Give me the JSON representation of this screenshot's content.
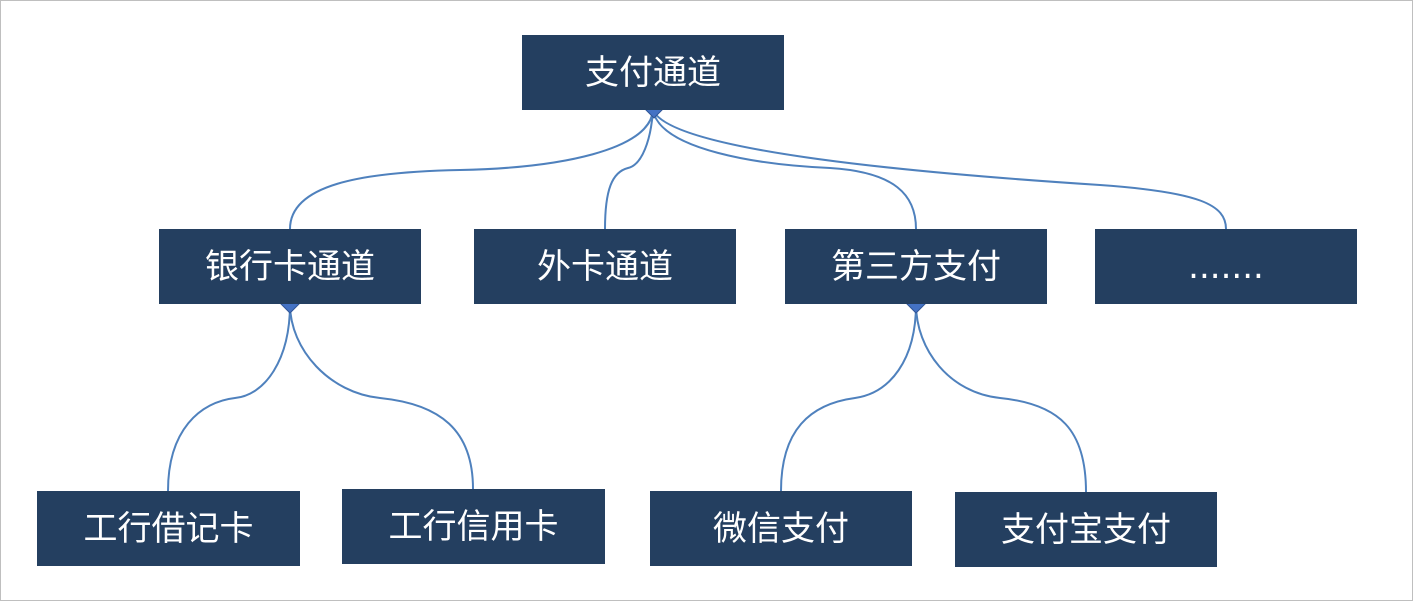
{
  "diagram": {
    "root": {
      "label": "支付通道"
    },
    "level1": [
      {
        "label": "银行卡通道"
      },
      {
        "label": "外卡通道"
      },
      {
        "label": "第三方支付"
      },
      {
        "label": "......."
      }
    ],
    "bank_children": [
      {
        "label": "工行借记卡"
      },
      {
        "label": "工行信用卡"
      }
    ],
    "third_party_children": [
      {
        "label": "微信支付"
      },
      {
        "label": "支付宝支付"
      }
    ],
    "colors": {
      "node_fill": "#243f60",
      "node_text": "#ffffff",
      "connector": "#4f81bd",
      "anchor": "#4472c4",
      "frame_border": "#bfbfbf"
    }
  }
}
